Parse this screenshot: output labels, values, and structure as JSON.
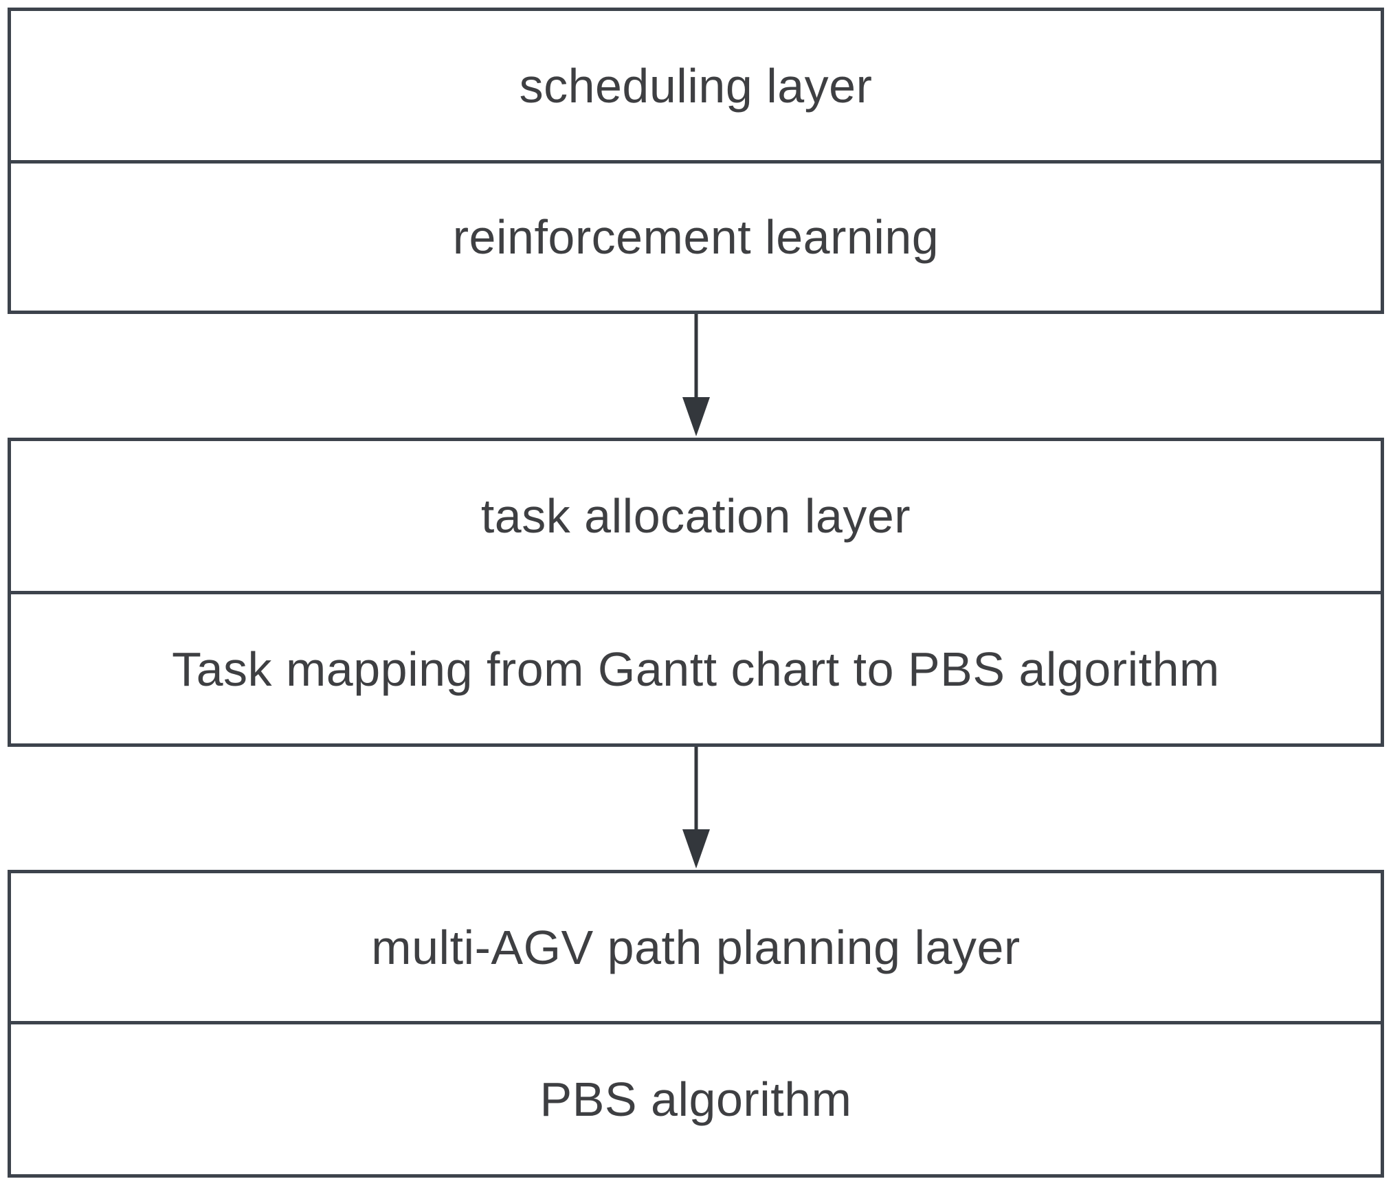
{
  "boxes": [
    {
      "id": "scheduling",
      "rows": [
        "scheduling layer",
        "reinforcement learning"
      ]
    },
    {
      "id": "task-allocation",
      "rows": [
        "task allocation layer",
        "Task mapping from Gantt chart to PBS algorithm"
      ]
    },
    {
      "id": "multi-agv-path-planning",
      "rows": [
        "multi-AGV path planning layer",
        "PBS algorithm"
      ]
    }
  ],
  "arrows": [
    {
      "name": "arrow-scheduling-to-allocation",
      "direction": "down"
    },
    {
      "name": "arrow-allocation-to-planning",
      "direction": "down"
    }
  ],
  "colors": {
    "border": "#3d434c",
    "text": "#3e3f42",
    "arrow": "#33373c",
    "background": "#ffffff"
  }
}
